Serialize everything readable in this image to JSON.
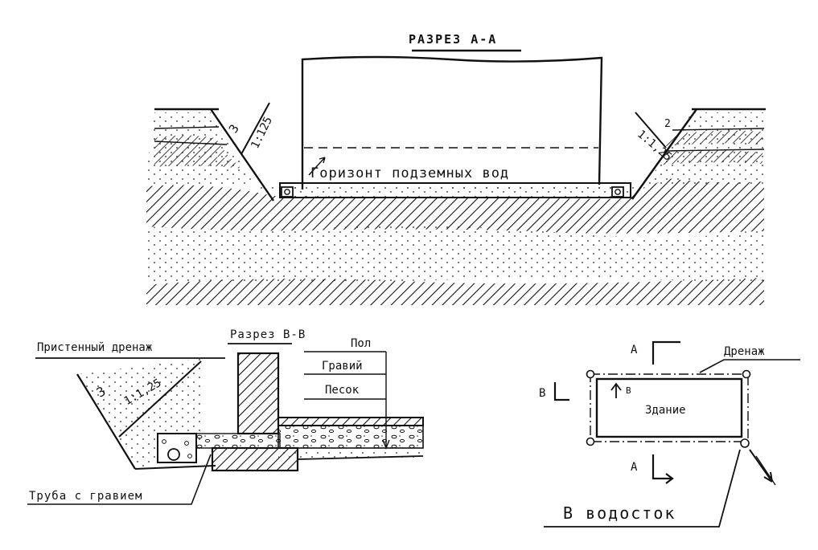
{
  "section_aa": {
    "title": "РАЗРЕЗ А-А",
    "groundwater_label": "Горизонт подземных вод",
    "slope_left": "1:125",
    "slope_right": "1:1,25",
    "slope_marker_left": "3",
    "slope_marker_right": "2"
  },
  "section_bb": {
    "title": "Разрез В-В",
    "wall_drain_label": "Пристенный дренаж",
    "slope": "1:1,25",
    "slope_marker": "3",
    "layer_floor": "Пол",
    "layer_gravel": "Гравий",
    "layer_sand": "Песок",
    "pipe_label": "Труба с гравием"
  },
  "plan": {
    "drainage_label": "Дренаж",
    "building_label": "Здание",
    "section_a_top": "А",
    "section_a_bottom": "А",
    "section_b_left": "В",
    "section_b_inner": "В",
    "outlet_label": "В водосток"
  }
}
